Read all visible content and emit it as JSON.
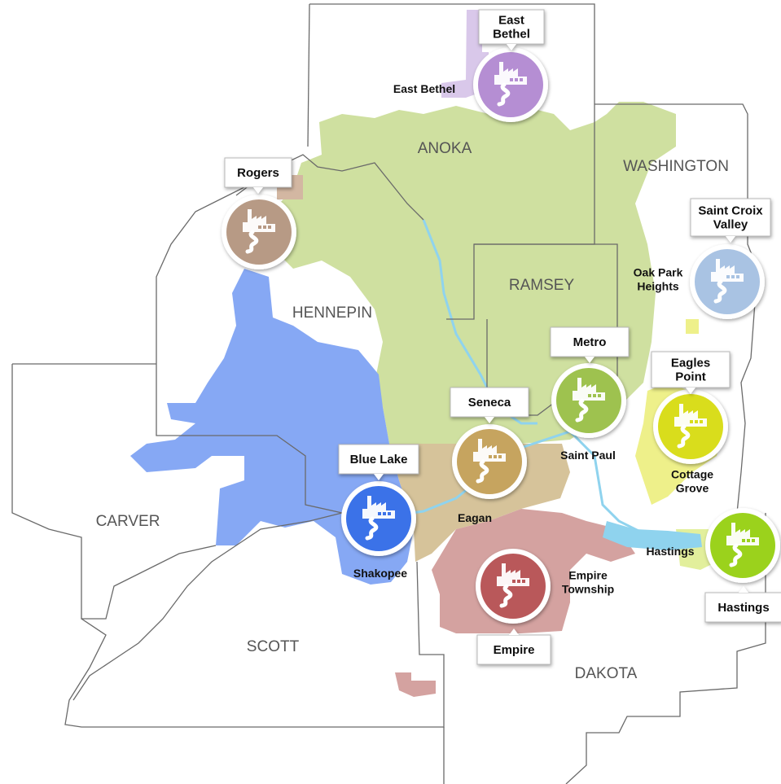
{
  "counties": {
    "anoka": "ANOKA",
    "washington": "WASHINGTON",
    "ramsey": "RAMSEY",
    "hennepin": "HENNEPIN",
    "carver": "CARVER",
    "scott": "SCOTT",
    "dakota": "DAKOTA"
  },
  "plants": [
    {
      "id": "east-bethel",
      "tag_lines": [
        "East",
        "Bethel"
      ],
      "city_lines": [
        "East Bethel"
      ],
      "color": "#b58ed3"
    },
    {
      "id": "rogers",
      "tag_lines": [
        "Rogers"
      ],
      "city_lines": [],
      "color": "#b79a85"
    },
    {
      "id": "saint-croix-valley",
      "tag_lines": [
        "Saint Croix",
        "Valley"
      ],
      "city_lines": [
        "Oak Park",
        "Heights"
      ],
      "color": "#a9c3e3"
    },
    {
      "id": "metro",
      "tag_lines": [
        "Metro"
      ],
      "city_lines": [
        "Saint Paul"
      ],
      "color": "#9ec24f"
    },
    {
      "id": "eagles-point",
      "tag_lines": [
        "Eagles",
        "Point"
      ],
      "city_lines": [
        "Cottage",
        "Grove"
      ],
      "color": "#d9dd1a"
    },
    {
      "id": "seneca",
      "tag_lines": [
        "Seneca"
      ],
      "city_lines": [
        "Eagan"
      ],
      "color": "#c6a45e"
    },
    {
      "id": "blue-lake",
      "tag_lines": [
        "Blue Lake"
      ],
      "city_lines": [
        "Shakopee"
      ],
      "color": "#3b72e8"
    },
    {
      "id": "empire",
      "tag_lines": [
        "Empire"
      ],
      "city_lines": [
        "Empire",
        "Township"
      ],
      "color": "#b9595a"
    },
    {
      "id": "hastings",
      "tag_lines": [
        "Hastings"
      ],
      "city_lines": [
        "Hastings"
      ],
      "color": "#9bd21e"
    }
  ],
  "colors": {
    "green_area": "#cfe0a0",
    "blue_area": "#86a8f4",
    "tan_area": "#d6c39a",
    "pink_area": "#d4a2a0",
    "yellow_area": "#eef08a",
    "river": "#8fd3ee",
    "boundary": "#6a6a6a"
  }
}
